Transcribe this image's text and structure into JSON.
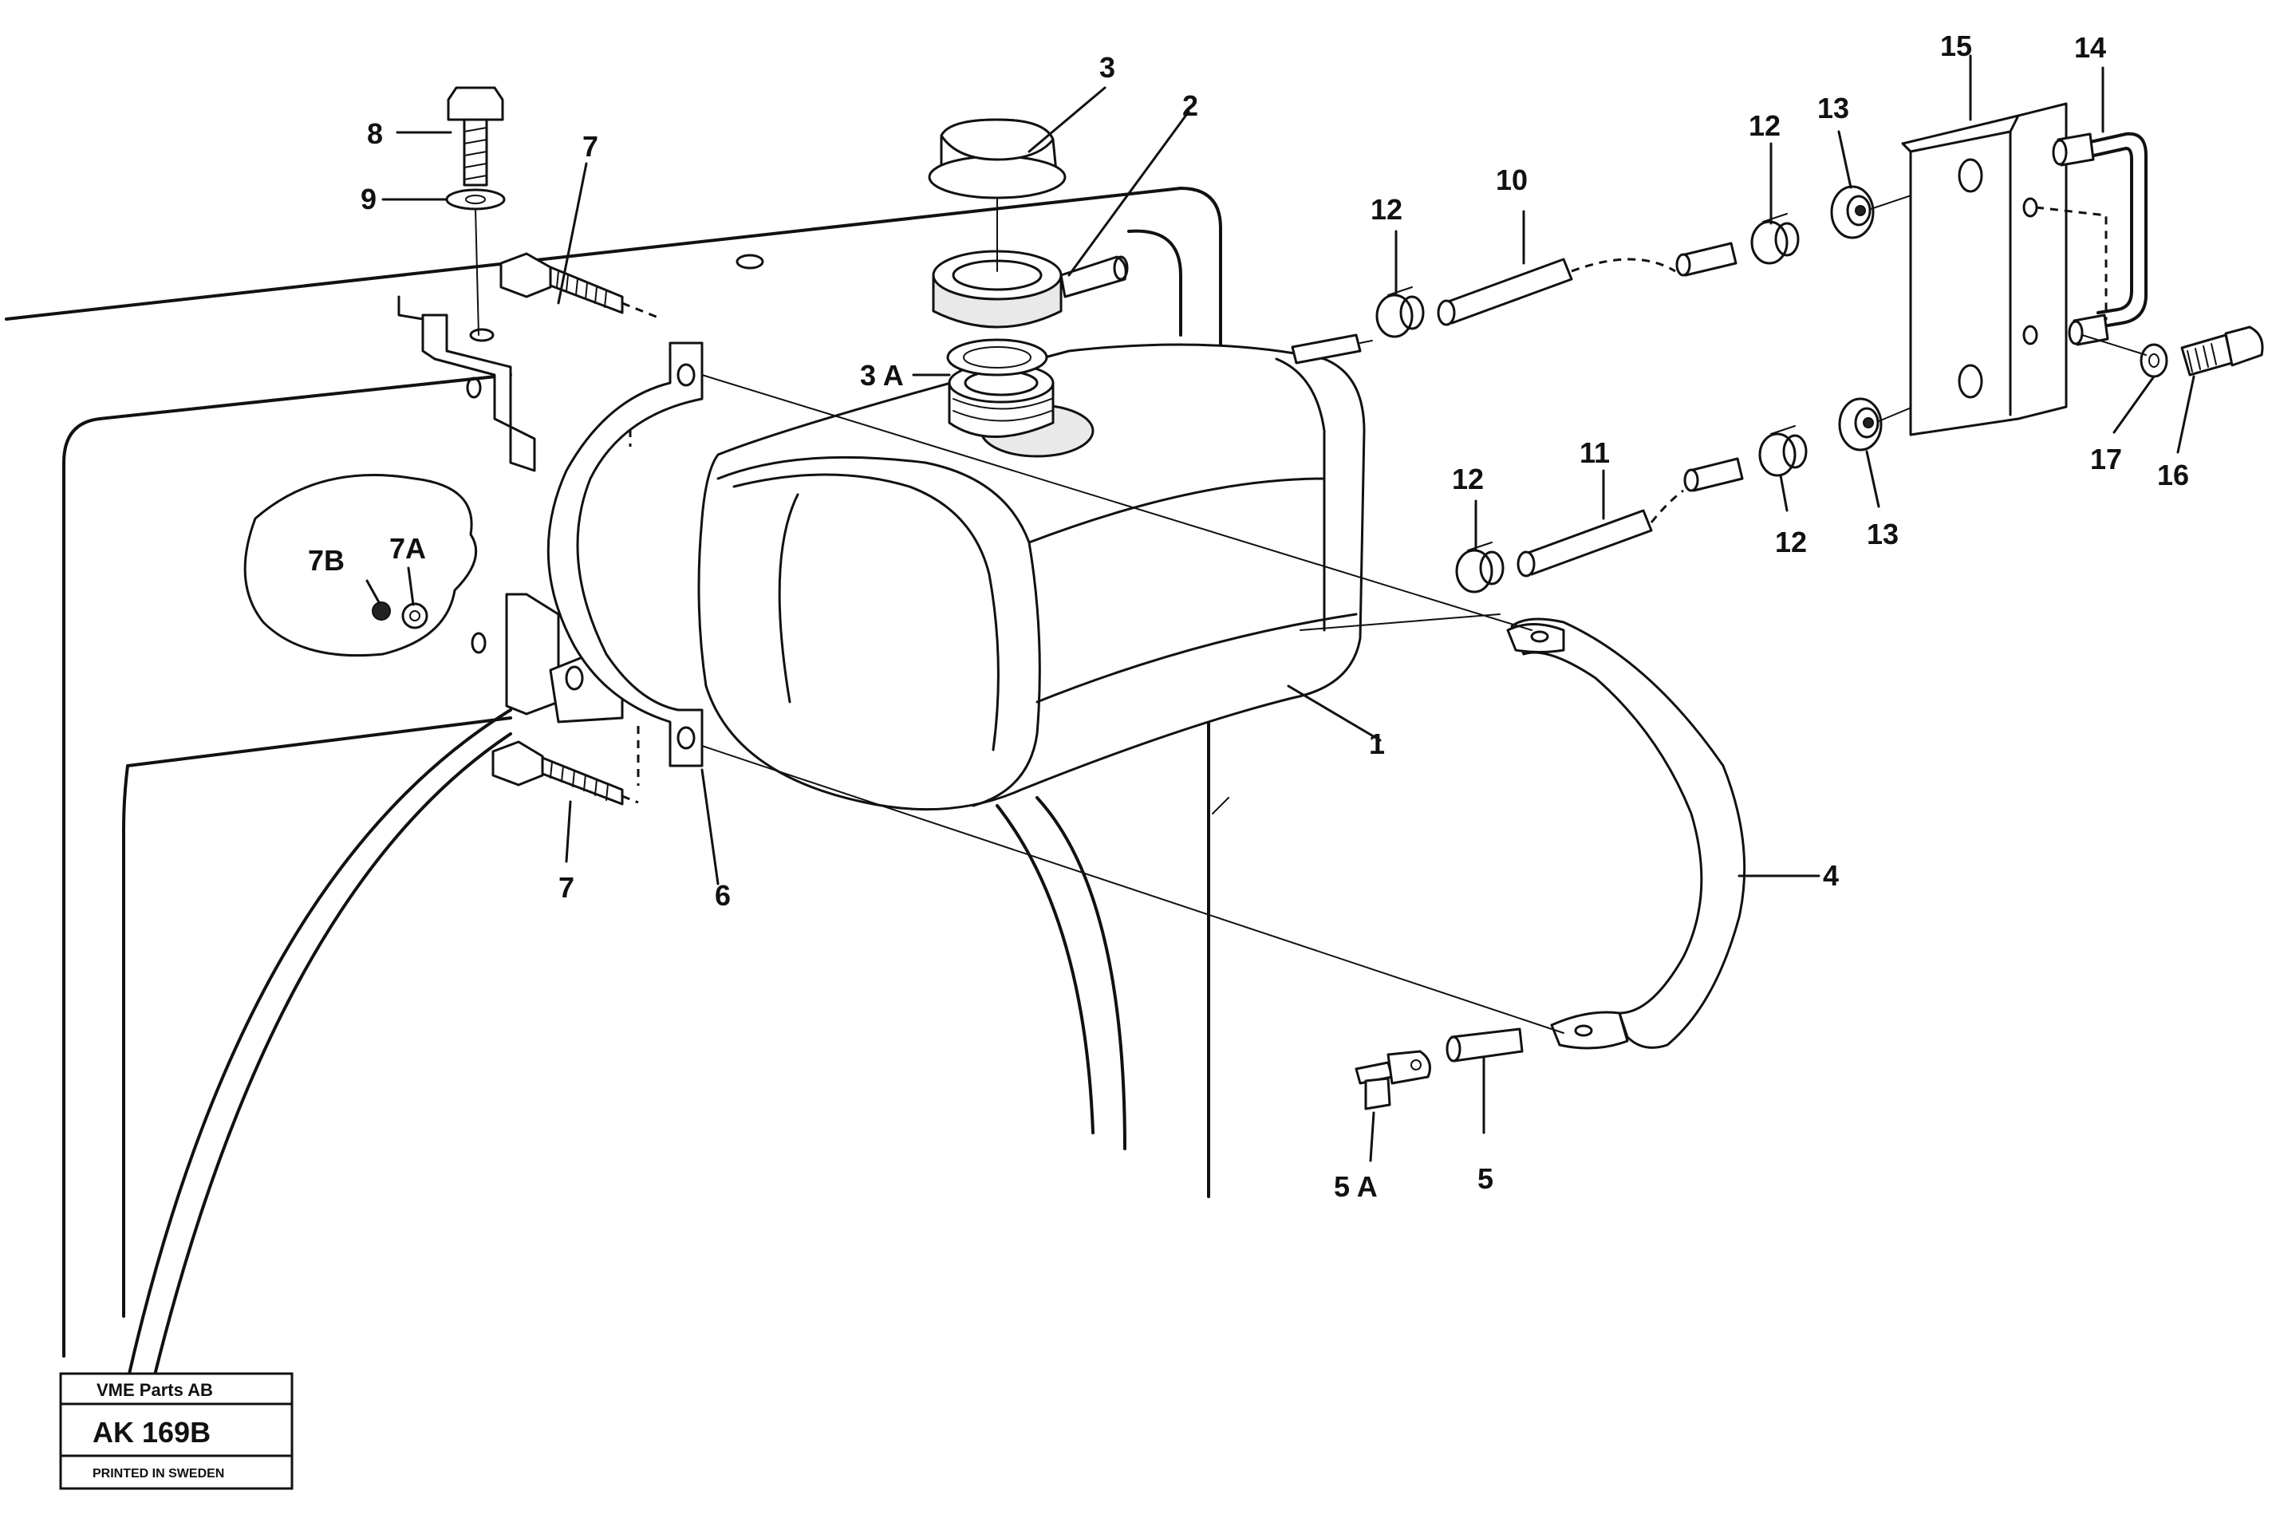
{
  "diagram": {
    "callouts": {
      "p1": "1",
      "p2": "2",
      "p3": "3",
      "p3a": "3 A",
      "p4": "4",
      "p5": "5",
      "p5a": "5 A",
      "p6": "6",
      "p7_top": "7",
      "p7_bottom": "7",
      "p7a": "7A",
      "p7b": "7B",
      "p8": "8",
      "p9": "9",
      "p10": "10",
      "p11": "11",
      "p12_a": "12",
      "p12_b": "12",
      "p12_c": "12",
      "p12_d": "12",
      "p13_a": "13",
      "p13_b": "13",
      "p14": "14",
      "p15": "15",
      "p16": "16",
      "p17": "17"
    },
    "stamp": {
      "company": "VME Parts AB",
      "code": "AK 169B",
      "footer": "PRINTED IN SWEDEN"
    }
  }
}
